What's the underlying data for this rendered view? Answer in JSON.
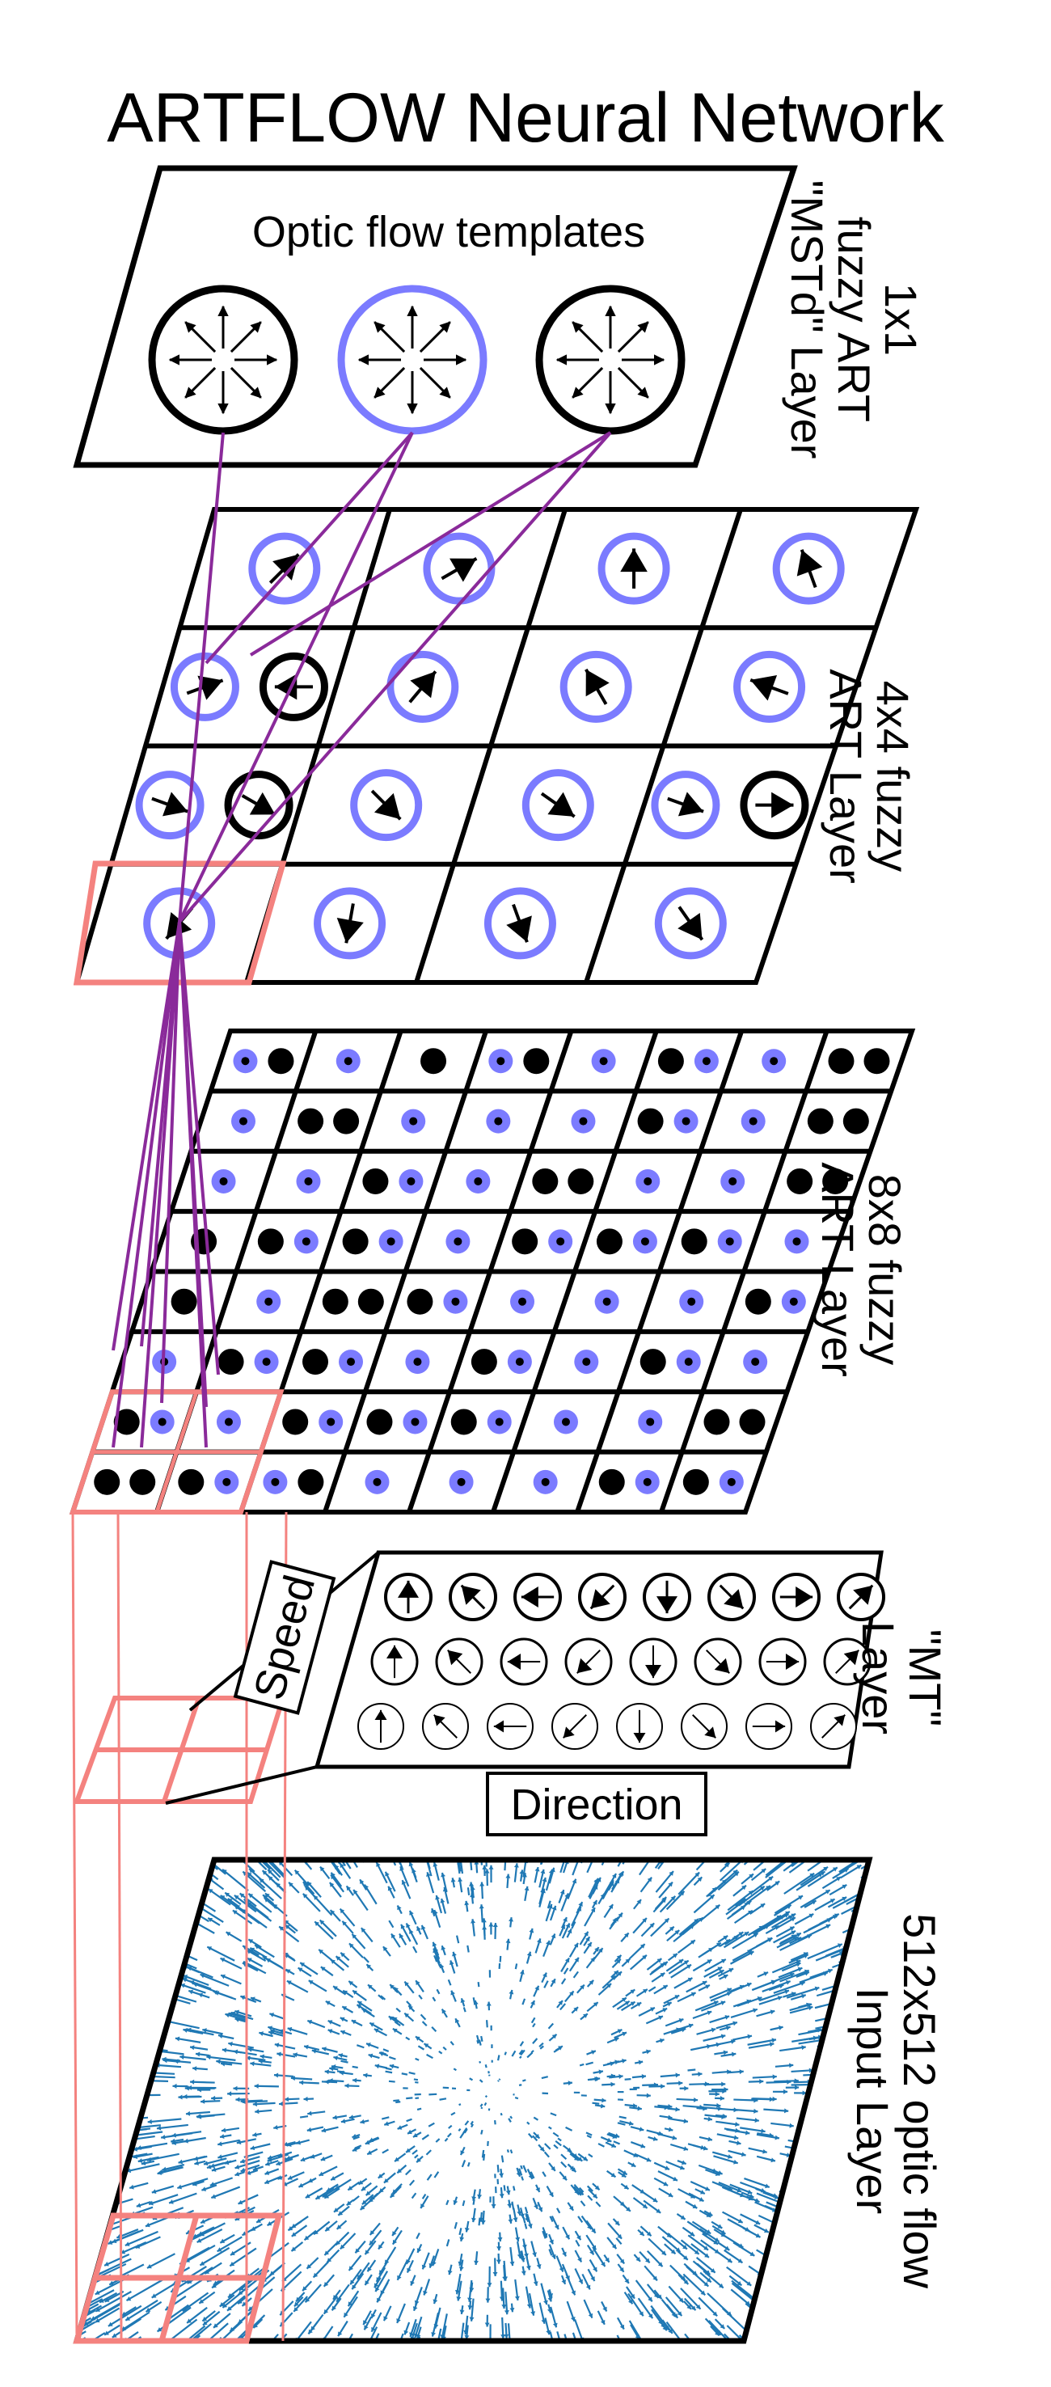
{
  "title": "ARTFLOW Neural Network",
  "colors": {
    "outline": "#000000",
    "blue_ring": "#7b7bff",
    "pink_box": "#f4827f",
    "purple_line": "#8a2a9a",
    "flow_arrow": "#1f78b4"
  },
  "layers": {
    "mstd": {
      "box_label": "Optic flow templates",
      "side_label_lines": [
        "1x1",
        "fuzzy ART",
        "\"MSTd\" Layer"
      ],
      "templates": [
        {
          "ring": "black",
          "icon": "expansion-arrows-icon"
        },
        {
          "ring": "blue",
          "icon": "expansion-arrows-icon"
        },
        {
          "ring": "black",
          "icon": "expansion-arrows-icon"
        }
      ]
    },
    "layer4x4": {
      "side_label_lines": [
        "4x4 fuzzy",
        "ART Layer"
      ],
      "grid_size": 4,
      "cells": [
        [
          {
            "units": [
              {
                "ring": "blue",
                "angle": -45
              }
            ]
          },
          {
            "units": [
              {
                "ring": "blue",
                "angle": -30
              }
            ]
          },
          {
            "units": [
              {
                "ring": "blue",
                "angle": -90
              }
            ]
          },
          {
            "units": [
              {
                "ring": "blue",
                "angle": -110
              }
            ]
          }
        ],
        [
          {
            "units": [
              {
                "ring": "blue",
                "angle": -20
              },
              {
                "ring": "black",
                "angle": 180
              }
            ]
          },
          {
            "units": [
              {
                "ring": "blue",
                "angle": -50
              }
            ]
          },
          {
            "units": [
              {
                "ring": "blue",
                "angle": -120
              }
            ]
          },
          {
            "units": [
              {
                "ring": "blue",
                "angle": -160
              }
            ]
          }
        ],
        [
          {
            "units": [
              {
                "ring": "blue",
                "angle": 20
              },
              {
                "ring": "black",
                "angle": 30
              }
            ]
          },
          {
            "units": [
              {
                "ring": "blue",
                "angle": 45
              }
            ]
          },
          {
            "units": [
              {
                "ring": "blue",
                "angle": 35
              }
            ]
          },
          {
            "units": [
              {
                "ring": "blue",
                "angle": 20
              },
              {
                "ring": "black",
                "angle": 0
              }
            ]
          }
        ],
        [
          {
            "units": [
              {
                "ring": "blue",
                "angle": 130
              }
            ]
          },
          {
            "units": [
              {
                "ring": "blue",
                "angle": 100
              }
            ]
          },
          {
            "units": [
              {
                "ring": "blue",
                "angle": 70
              }
            ]
          },
          {
            "units": [
              {
                "ring": "blue",
                "angle": 55
              }
            ]
          }
        ]
      ]
    },
    "layer8x8": {
      "side_label_lines": [
        "8x8 fuzzy",
        "ART Layer"
      ],
      "grid_size": 8,
      "cells": [
        [
          "db",
          "d",
          "b",
          "db",
          "d",
          "bd",
          "d",
          "bb"
        ],
        [
          "d",
          "bb",
          "d",
          "d",
          "d",
          "bd",
          "d",
          "bb"
        ],
        [
          "d",
          "d",
          "bd",
          "d",
          "bb",
          "d",
          "d",
          "bb"
        ],
        [
          "b",
          "bd",
          "bd",
          "d",
          "bd",
          "bd",
          "bd",
          "d"
        ],
        [
          "b",
          "d",
          "bb",
          "bd",
          "d",
          "d",
          "d",
          "bd"
        ],
        [
          "d",
          "bd",
          "bd",
          "d",
          "bd",
          "d",
          "bd",
          "d"
        ],
        [
          "bd",
          "d",
          "bd",
          "bd",
          "bd",
          "d",
          "d",
          "bb"
        ],
        [
          "bb",
          "bd",
          "db",
          "d",
          "d",
          "d",
          "bd",
          "bd"
        ]
      ]
    },
    "mt": {
      "side_label_lines": [
        "\"MT\"",
        "Layer"
      ],
      "speed_label": "Speed",
      "direction_label": "Direction",
      "directions": [
        -90,
        -135,
        180,
        135,
        90,
        45,
        0,
        -45
      ]
    },
    "input": {
      "side_label_lines": [
        "512x512 optic flow",
        "Input Layer"
      ]
    }
  }
}
